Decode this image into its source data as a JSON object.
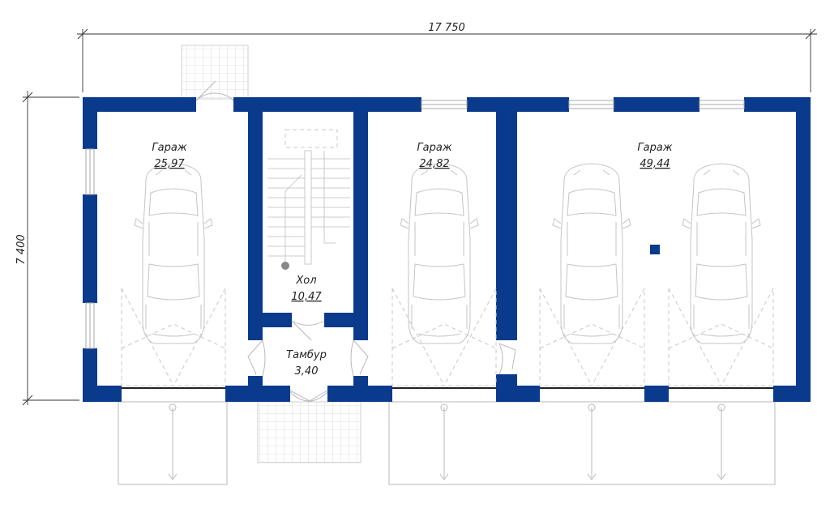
{
  "dimensions": {
    "width_label": "17 750",
    "height_label": "7 400"
  },
  "rooms": [
    {
      "name": "Гараж",
      "area": "25,97"
    },
    {
      "name": "Хол",
      "area": "10,47"
    },
    {
      "name": "Гараж",
      "area": "24,82"
    },
    {
      "name": "Гараж",
      "area": "49,44"
    },
    {
      "name": "Тамбур",
      "area": "3,40"
    }
  ],
  "colors": {
    "wall": "#0a3a8c",
    "line": "#b9b9b9"
  }
}
